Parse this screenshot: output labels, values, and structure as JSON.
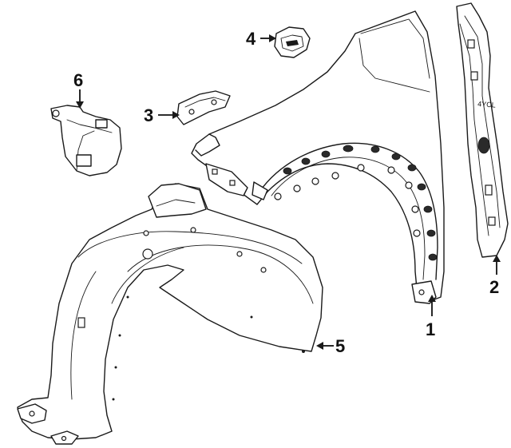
{
  "diagram": {
    "callouts": [
      {
        "id": "1",
        "label": "1"
      },
      {
        "id": "2",
        "label": "2"
      },
      {
        "id": "3",
        "label": "3"
      },
      {
        "id": "4",
        "label": "4"
      },
      {
        "id": "5",
        "label": "5"
      },
      {
        "id": "6",
        "label": "6"
      }
    ],
    "stamp_text": "4YCL"
  }
}
